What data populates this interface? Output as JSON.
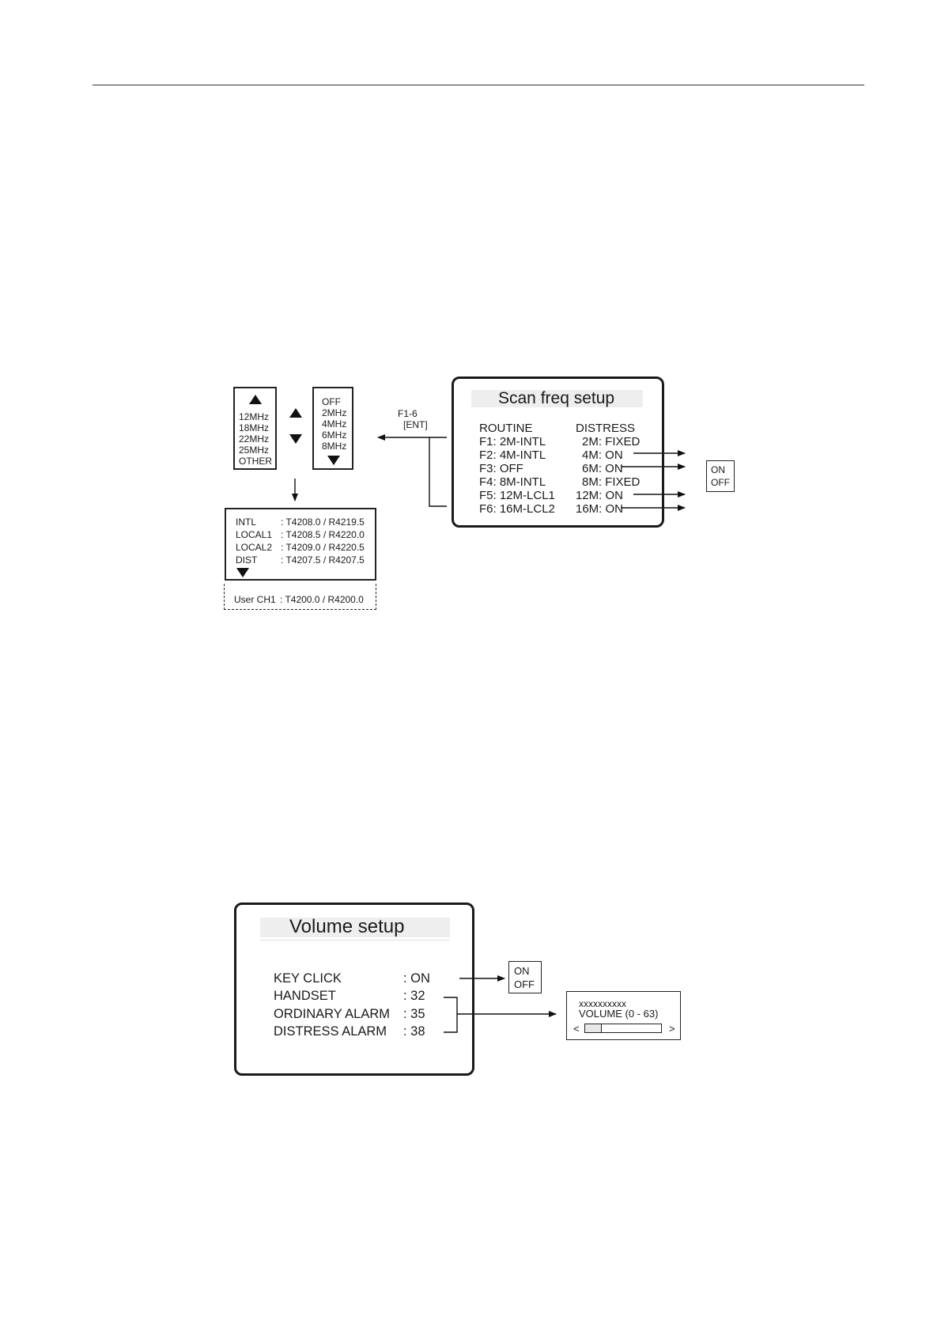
{
  "scan_screen": {
    "title": "Scan freq setup",
    "routine_header": "ROUTINE",
    "distress_header": "DISTRESS",
    "routine_items": [
      "F1:  2M-INTL",
      "F2:  4M-INTL",
      "F3:  OFF",
      "F4:  8M-INTL",
      "F5: 12M-LCL1",
      "F6: 16M-LCL2"
    ],
    "distress_items": [
      "2M: FIXED",
      "4M: ON",
      "6M: ON",
      "8M: FIXED",
      "12M: ON",
      "16M: ON"
    ]
  },
  "key_label": {
    "line1": "F1-6",
    "line2": "[ENT]"
  },
  "freq_list_a": [
    "12MHz",
    "18MHz",
    "22MHz",
    "25MHz",
    "OTHER"
  ],
  "freq_list_b": [
    "OFF",
    "2MHz",
    "4MHz",
    "6MHz",
    "8MHz"
  ],
  "on_off_1": {
    "on": "ON",
    "off": "OFF"
  },
  "channel_list": {
    "rows": [
      {
        "name": "INTL",
        "value": ": T4208.0 / R4219.5"
      },
      {
        "name": "LOCAL1",
        "value": ": T4208.5 / R4220.0"
      },
      {
        "name": "LOCAL2",
        "value": ": T4209.0 / R4220.5"
      },
      {
        "name": "DIST",
        "value": ": T4207.5 / R4207.5"
      }
    ],
    "user_row": {
      "name": "User CH1",
      "value": ": T4200.0 / R4200.0"
    }
  },
  "volume_screen": {
    "title": "Volume setup",
    "rows": [
      {
        "label": "KEY CLICK",
        "value": ": ON"
      },
      {
        "label": "HANDSET",
        "value": ": 32"
      },
      {
        "label": "ORDINARY ALARM",
        "value": ": 35"
      },
      {
        "label": "DISTRESS ALARM",
        "value": ": 38"
      }
    ]
  },
  "on_off_2": {
    "on": "ON",
    "off": "OFF"
  },
  "volume_popup": {
    "name": "xxxxxxxxxx",
    "label": "VOLUME (0 - 63)",
    "left": "<",
    "right": ">",
    "level_fraction": 0.21
  }
}
